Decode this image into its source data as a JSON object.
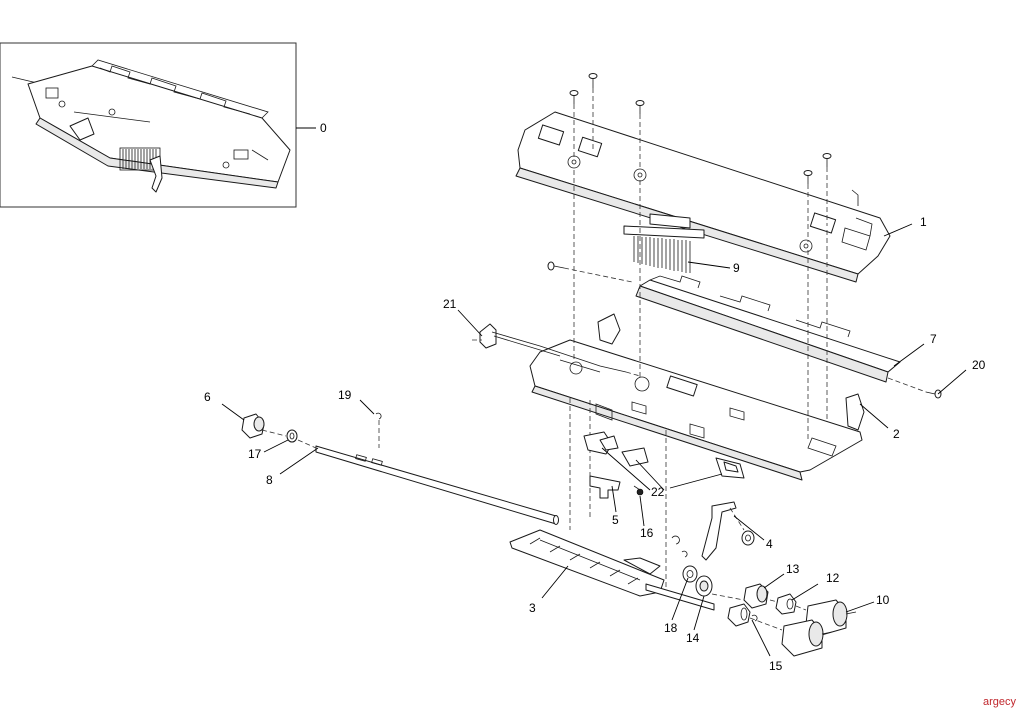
{
  "diagram": {
    "callouts": [
      "0",
      "1",
      "2",
      "3",
      "4",
      "5",
      "6",
      "7",
      "8",
      "9",
      "10",
      "12",
      "13",
      "14",
      "15",
      "16",
      "17",
      "18",
      "19",
      "20",
      "21",
      "22"
    ]
  },
  "watermark": "argecy"
}
